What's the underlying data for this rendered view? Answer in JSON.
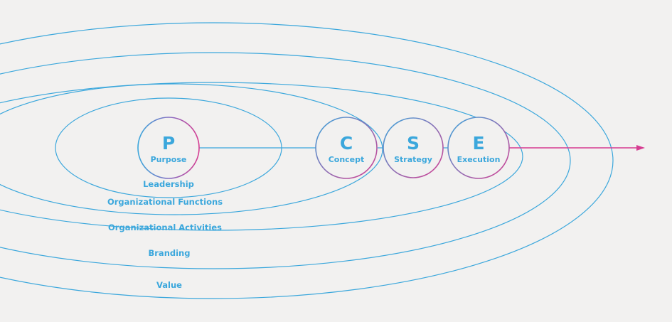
{
  "colors": {
    "background": "#f2f1f0",
    "blue": "#3ba7dc",
    "magenta": "#d63c91",
    "node_fill": "#f2f1f0"
  },
  "nodes": [
    {
      "letter": "P",
      "word": "Purpose"
    },
    {
      "letter": "C",
      "word": "Concept"
    },
    {
      "letter": "S",
      "word": "Strategy"
    },
    {
      "letter": "E",
      "word": "Execution"
    }
  ],
  "layers": [
    {
      "label": "Leadership"
    },
    {
      "label": "Organizational Functions"
    },
    {
      "label": "Organizational Activities"
    },
    {
      "label": "Branding"
    },
    {
      "label": "Value"
    }
  ]
}
